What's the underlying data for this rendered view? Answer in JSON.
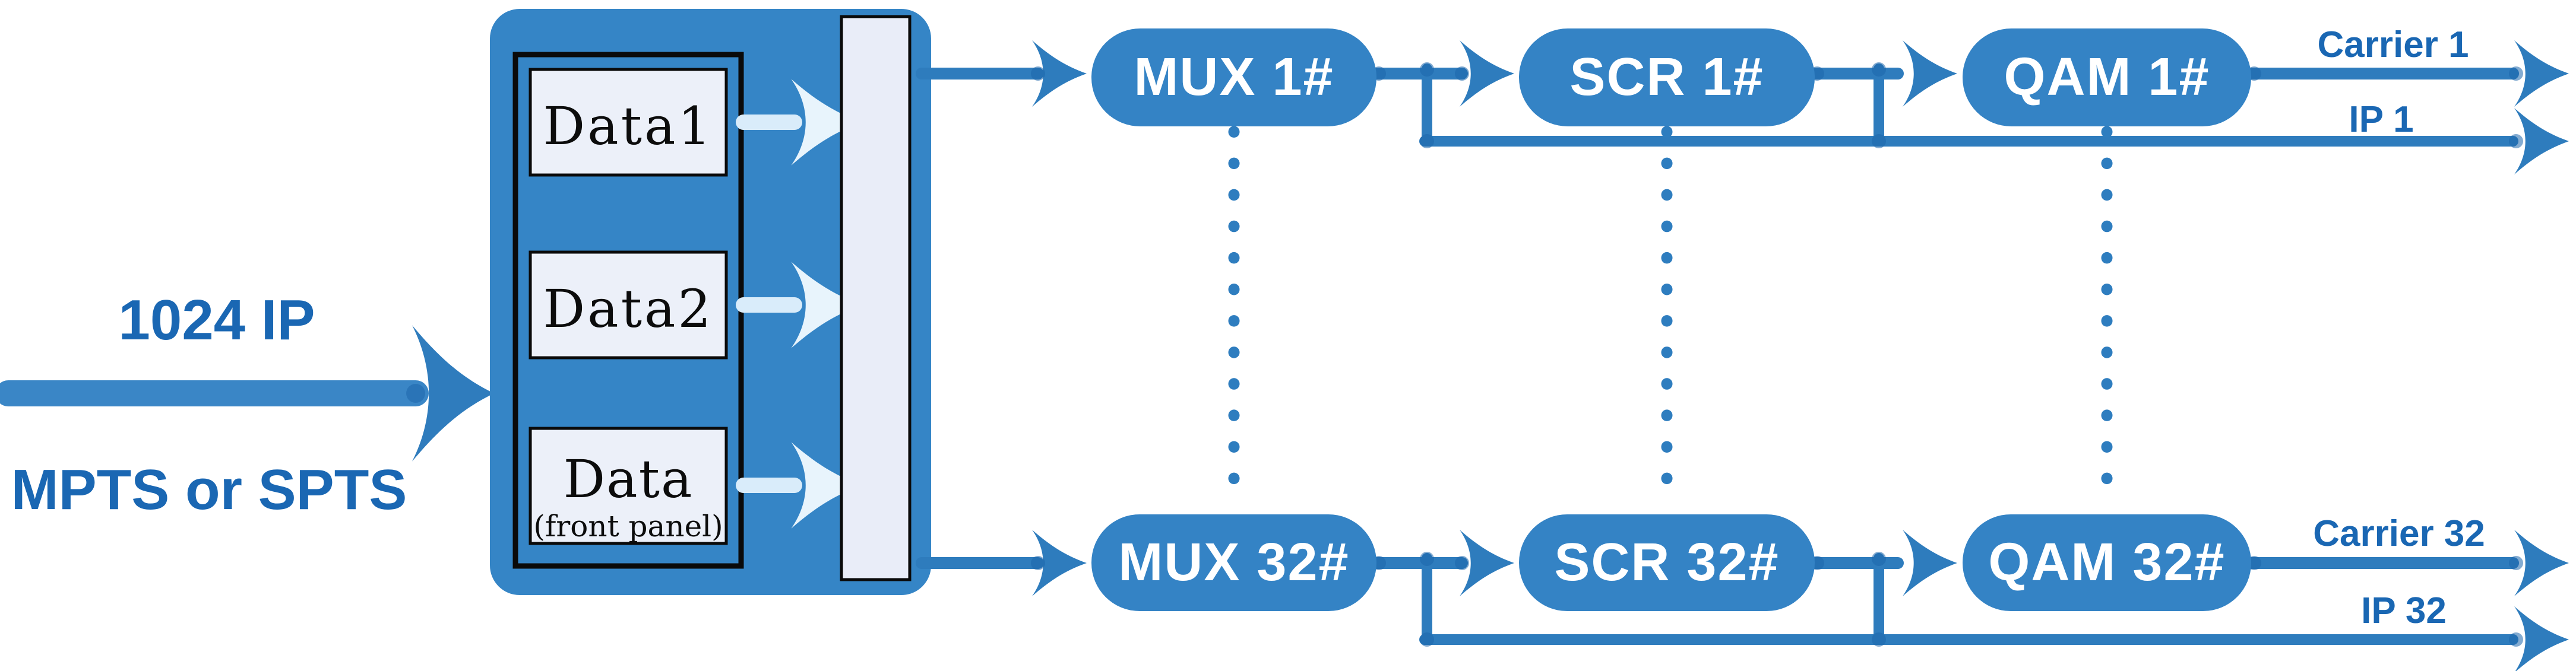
{
  "input": {
    "top": "1024 IP",
    "bottom": "MPTS or SPTS"
  },
  "chassis": {
    "slots": [
      {
        "label": "Data1"
      },
      {
        "label": "Data2"
      },
      {
        "label": "Data",
        "note": "(front panel)"
      }
    ]
  },
  "rows": [
    {
      "mux": "MUX 1#",
      "scr": "SCR 1#",
      "qam": "QAM 1#",
      "carrier": "Carrier 1",
      "ip": "IP 1"
    },
    {
      "mux": "MUX 32#",
      "scr": "SCR 32#",
      "qam": "QAM 32#",
      "carrier": "Carrier 32",
      "ip": "IP 32"
    }
  ],
  "colors": {
    "box_blue": "#3483c5",
    "wire_blue": "#2e7cbd",
    "junction_blue": "#1e66ab",
    "label_blue": "#1a67b3",
    "panel_light": "#e9edf8",
    "slot_light": "#ecf0f9",
    "white_arrow": "#dcedfa",
    "border_black": "#0a0a0a",
    "background": "#ffffff"
  }
}
